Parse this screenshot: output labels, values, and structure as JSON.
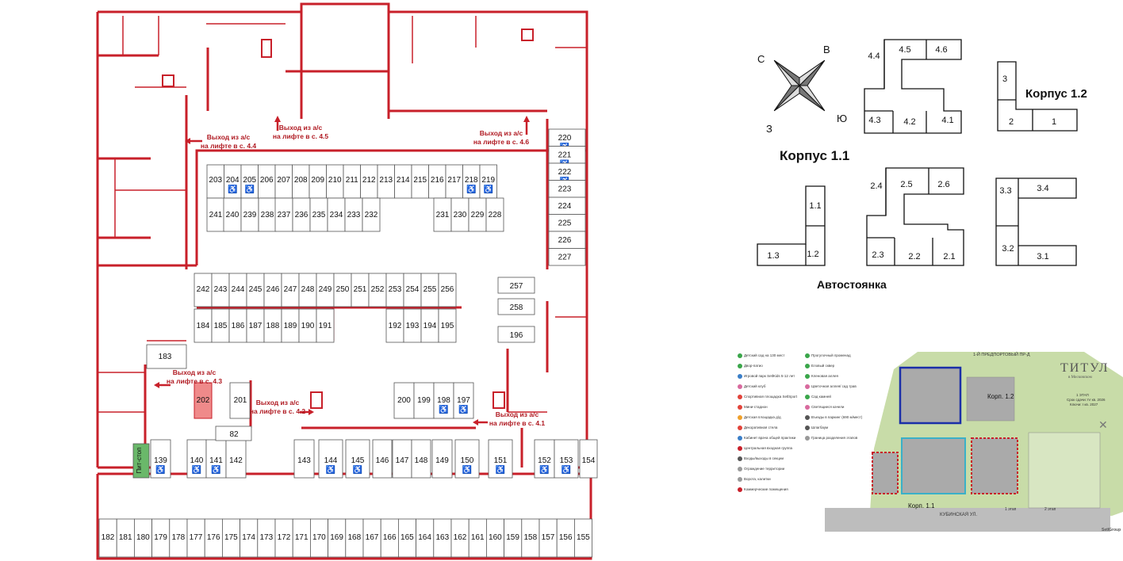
{
  "plan": {
    "row_a_top": [
      "203",
      "204",
      "205",
      "206",
      "207",
      "208",
      "209",
      "210",
      "211",
      "212",
      "213",
      "214",
      "215",
      "216",
      "217",
      "218",
      "219"
    ],
    "row_a_bottom": [
      "241",
      "240",
      "239",
      "238",
      "237",
      "236",
      "235",
      "234",
      "233",
      "232",
      "231",
      "230",
      "229",
      "228"
    ],
    "right_column": [
      "220",
      "221",
      "222",
      "223",
      "224",
      "225",
      "226",
      "227"
    ],
    "row_b_top": [
      "242",
      "243",
      "244",
      "245",
      "246",
      "247",
      "248",
      "249",
      "250",
      "251",
      "252",
      "253",
      "254",
      "255",
      "256"
    ],
    "row_b_bottom": [
      "184",
      "185",
      "186",
      "187",
      "188",
      "189",
      "190",
      "191",
      "192",
      "193",
      "194",
      "195"
    ],
    "singles": {
      "s257": "257",
      "s258": "258",
      "s196": "196",
      "s183": "183",
      "s202": "202",
      "s201": "201",
      "s82": "82"
    },
    "row_c": [
      "200",
      "199",
      "198",
      "197"
    ],
    "row_d": [
      "139",
      "140",
      "141",
      "142",
      "143",
      "144",
      "145",
      "146",
      "147",
      "148",
      "149",
      "150",
      "151",
      "152",
      "153",
      "154"
    ],
    "pit_stop": "Пит-стоп",
    "bottom_row": [
      "182",
      "181",
      "180",
      "179",
      "178",
      "177",
      "176",
      "175",
      "174",
      "173",
      "172",
      "171",
      "170",
      "169",
      "168",
      "167",
      "166",
      "165",
      "164",
      "163",
      "162",
      "161",
      "160",
      "159",
      "158",
      "157",
      "156",
      "155"
    ],
    "exits": [
      {
        "line1": "Выход из а/с",
        "line2": "на лифте в с. 4.4"
      },
      {
        "line1": "Выход из а/с",
        "line2": "на лифте в с. 4.5"
      },
      {
        "line1": "Выход из а/с",
        "line2": "на лифте в с. 4.6"
      },
      {
        "line1": "Выход из а/с",
        "line2": "на лифте в с. 4.3"
      },
      {
        "line1": "Выход из а/с",
        "line2": "на лифте в с. 4.2"
      },
      {
        "line1": "Выход из а/с",
        "line2": "на лифте в с. 4.1"
      }
    ],
    "accessible_spots": [
      "204",
      "205",
      "218",
      "219",
      "220",
      "221",
      "222",
      "183",
      "202",
      "198",
      "197",
      "139",
      "140",
      "141",
      "144",
      "145",
      "150",
      "151",
      "152",
      "153"
    ]
  },
  "compass": {
    "n": "С",
    "e": "В",
    "s": "Ю",
    "w": "З"
  },
  "schema": {
    "korpus_11": "Корпус 1.1",
    "korpus_12": "Корпус 1.2",
    "parking": "Автостоянка",
    "sections": {
      "s44": "4.4",
      "s45": "4.5",
      "s46": "4.6",
      "s43": "4.3",
      "s42": "4.2",
      "s41": "4.1",
      "s3": "3",
      "s2": "2",
      "s1": "1",
      "s11": "1.1",
      "s13": "1.3",
      "s12": "1.2",
      "s24": "2.4",
      "s25": "2.5",
      "s26": "2.6",
      "s23": "2.3",
      "s22": "2.2",
      "s21": "2.1",
      "s33": "3.3",
      "s34": "3.4",
      "s32": "3.2",
      "s31": "3.1"
    }
  },
  "site_map": {
    "legend_left": [
      {
        "label": "Детский сад на 130 мест",
        "color": "#3aa64a"
      },
      {
        "label": "Двор-патио",
        "color": "#3aa64a"
      },
      {
        "label": "Игровой парк SetlKids 5-12 лет",
        "color": "#3a7ec8"
      },
      {
        "label": "Детский клуб",
        "color": "#d86a9e"
      },
      {
        "label": "Спортивная площадка SetlSport",
        "color": "#e2433a"
      },
      {
        "label": "Мини-стадион",
        "color": "#e2433a"
      },
      {
        "label": "Детская площадка д/д",
        "color": "#f0a02a"
      },
      {
        "label": "Декоративная стела",
        "color": "#e2433a"
      },
      {
        "label": "Кабинет врача общей практики",
        "color": "#3a7ec8"
      },
      {
        "label": "Центральная входная группа",
        "color": "#c8202a"
      },
      {
        "label": "Входы/выходы в секции",
        "color": "#555555"
      },
      {
        "label": "Ограждение территории",
        "color": "#999999"
      },
      {
        "label": "Ворота, калитки",
        "color": "#999999"
      },
      {
        "label": "Коммерческие помещения",
        "color": "#c8202a"
      }
    ],
    "legend_right": [
      {
        "label": "Прогулочный променад",
        "color": "#3aa64a"
      },
      {
        "label": "Еловый сквер",
        "color": "#3aa64a"
      },
      {
        "label": "Кленовая аллея",
        "color": "#3aa64a"
      },
      {
        "label": "Цветочная аллея/ сад трав",
        "color": "#d86a9e"
      },
      {
        "label": "Сад камней",
        "color": "#3aa64a"
      },
      {
        "label": "Светящиеся качели",
        "color": "#d86a9e"
      },
      {
        "label": "Въезды в паркинг (690 м/мест)",
        "color": "#555555"
      },
      {
        "label": "Шлагбаум",
        "color": "#555555"
      },
      {
        "label": "Граница разделения этапов",
        "color": "#999999"
      }
    ],
    "road_top": "1-Й ПРЕДПОРТОВЫЙ ПР-Д",
    "road_bottom": "КУБИНСКАЯ УЛ.",
    "korp_11": "Корп. 1.1",
    "korp_12": "Корп. 1.2",
    "stage1": "1 этап",
    "stage2": "2 этап",
    "brand": "ТИТУЛ",
    "brand_sub": "в Московском",
    "stage_label": "1 ЭТАП",
    "deadline1": "Срок сдачи: IV кв. 2026",
    "deadline2": "Ключи: I кв. 2027",
    "developer": "SetlGroup"
  },
  "colors": {
    "wall": "#c8202a",
    "highlight": "#ef8a8a",
    "pitstop": "#6ab86a",
    "park": "#c8dca8"
  }
}
